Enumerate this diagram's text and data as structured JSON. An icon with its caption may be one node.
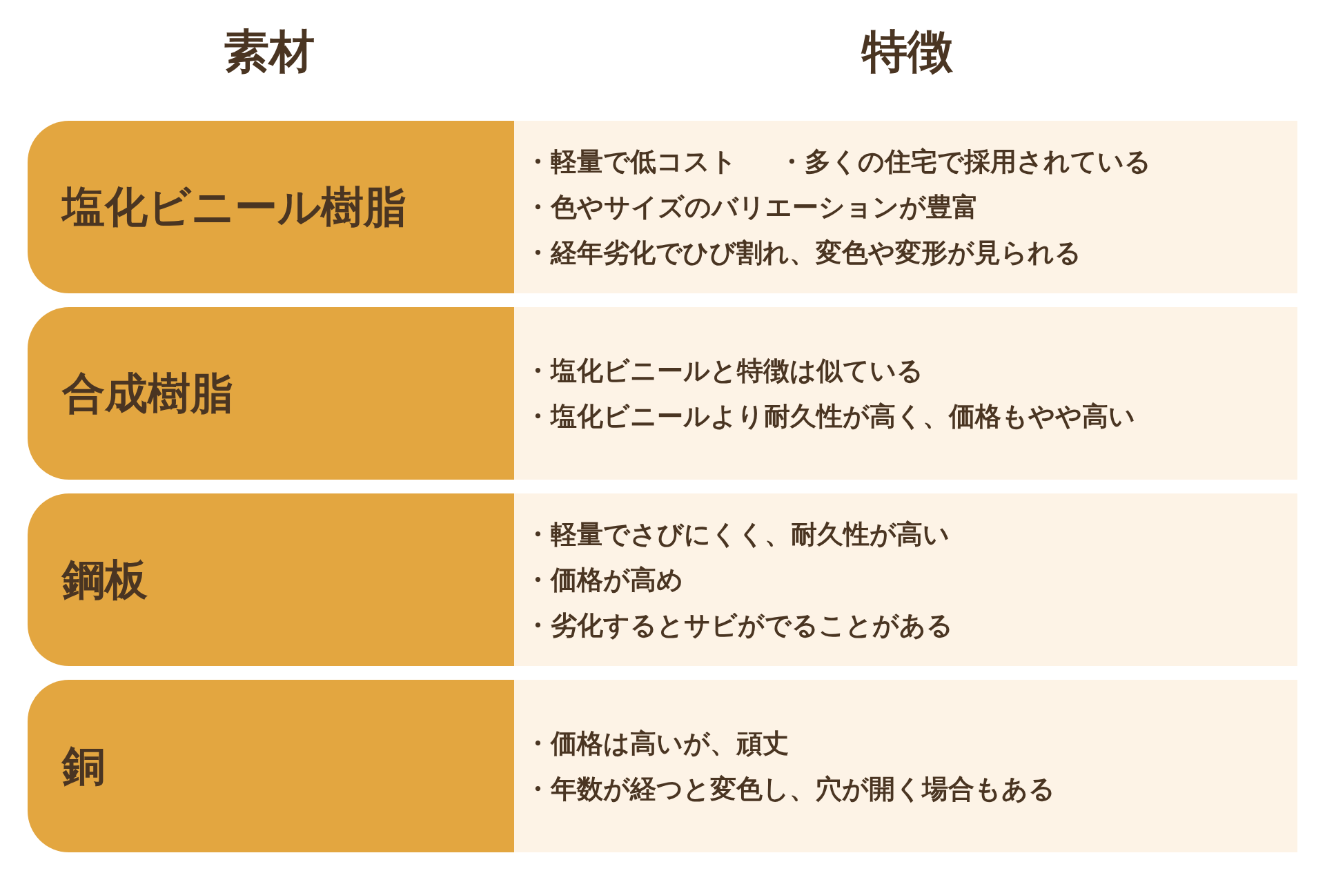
{
  "diagram": {
    "nodes": [
      {
        "text": [
          "塩化ビニール樹脂"
        ]
      },
      {
        "text": [
          "・軽量で低コスト",
          "・多くの住宅で採用されている",
          "・色やサイズのバリエーションが豊富",
          "・経年劣化でひび割れ、変色や変形が見られる"
        ]
      },
      {
        "text": [
          "合成樹脂"
        ]
      },
      {
        "text": [
          "・塩化ビニールと特徴は似ている",
          "・塩化ビニールより耐久性が高く、価格もやや高い"
        ]
      },
      {
        "text": [
          "鋼板"
        ]
      },
      {
        "text": [
          "・軽量でさびにくく、耐久性が高い",
          "・価格が高め",
          "・劣化するとサビがでることがある"
        ]
      },
      {
        "text": [
          "銅"
        ]
      },
      {
        "text": [
          "・価格は高いが、頑丈",
          "・年数が経つと変色し、穴が開く場合もある"
        ]
      }
    ],
    "labels": [
      "素材",
      "特徴"
    ]
  }
}
